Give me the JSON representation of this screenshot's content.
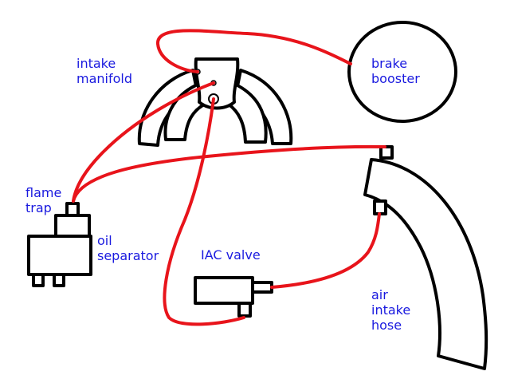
{
  "colors": {
    "label_text": "#1a1adf",
    "vacuum_line": "#e8141b",
    "outline": "#000000",
    "background": "#ffffff"
  },
  "labels": {
    "intake_manifold": [
      "intake",
      "manifold"
    ],
    "brake_booster": [
      "brake",
      "booster"
    ],
    "flame_trap": [
      "flame",
      "trap"
    ],
    "oil_separator": [
      "oil",
      "separator"
    ],
    "iac_valve": [
      "IAC valve"
    ],
    "air_intake_hose": [
      "air",
      "intake",
      "hose"
    ]
  }
}
